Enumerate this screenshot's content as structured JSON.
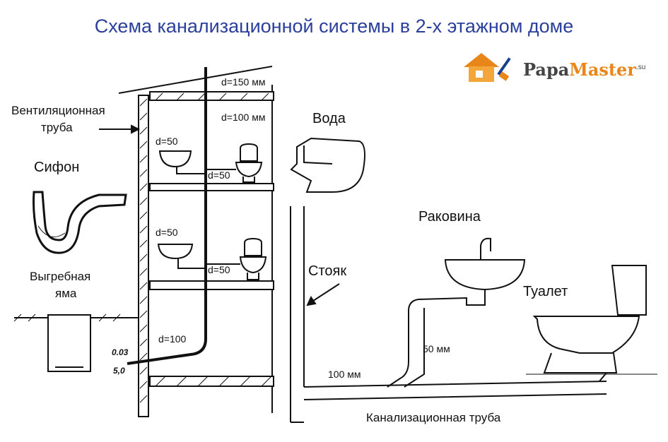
{
  "title": "Схема канализационной системы в 2-х этажном доме",
  "logo": {
    "brand_part1": "Papa",
    "brand_part2": "Master",
    "domain": ".su",
    "icon": "house-icon"
  },
  "labels": {
    "vent_pipe_line1": "Вентиляционная",
    "vent_pipe_line2": "труба",
    "siphon": "Сифон",
    "cesspool_line1": "Выгребная",
    "cesspool_line2": "яма",
    "water": "Вода",
    "riser": "Стояк",
    "sink": "Раковина",
    "toilet": "Туалет",
    "sewer_pipe": "Канализационная труба"
  },
  "dimensions": {
    "d150": "d=150 мм",
    "d100mm": "d=100 мм",
    "d50_sink_2nd": "d=50",
    "d50_toilet_2nd": "d=50",
    "d50_sink_1st": "d=50",
    "d50_toilet_1st": "d=50",
    "d100": "d=100",
    "slope": "0.03",
    "depth": "5,0",
    "pipe50": "50 мм",
    "pipe100": "100 мм"
  },
  "colors": {
    "title": "#2b3f9c",
    "ink": "#111111",
    "logo_orange": "#e8861a"
  }
}
